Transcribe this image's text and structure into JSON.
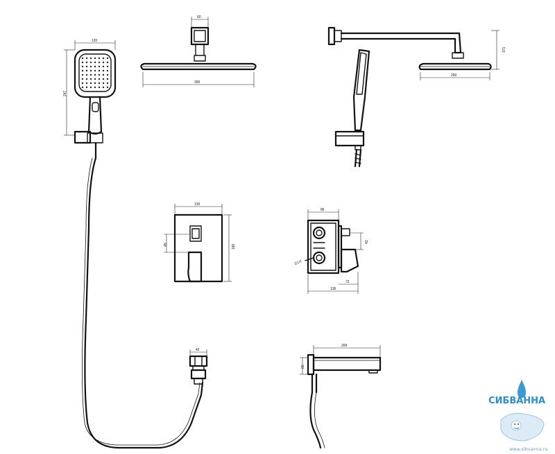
{
  "dimensions": {
    "hand_width": "120",
    "hand_height": "247",
    "rain_arm_width": "60",
    "rain_head_width": "300",
    "rain_side_head": "250",
    "rain_side_height": "371",
    "panel_width": "130",
    "panel_height": "180",
    "panel_offset": "45",
    "mixer_depth": "86",
    "mixer_offset": "42",
    "mixer_thread": "G1/2",
    "mixer_lever": "72",
    "mixer_total": "136",
    "hose_outlet": "42",
    "spout_length": "209",
    "spout_height": "65"
  },
  "logo": {
    "name": "СИБВАННА",
    "url": "www.sibvanna.ru",
    "primary_color": "#2a8fd0"
  }
}
